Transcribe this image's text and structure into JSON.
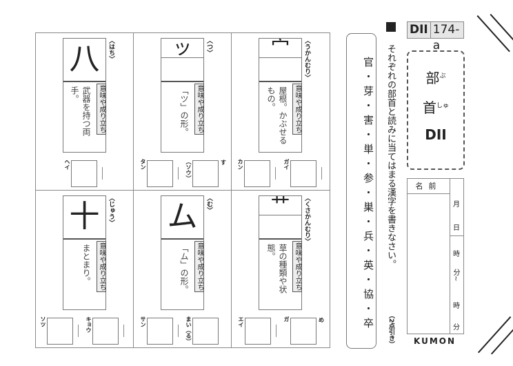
{
  "cells": [
    {
      "radical": "八",
      "name": "〈はち〉",
      "tag": "意味や成り立ち",
      "meaning": "武器を持つ両手。",
      "answers": [
        {
          "reading": "ヘイ"
        }
      ]
    },
    {
      "radical": "ッ",
      "name": "〈つ〉",
      "tag": "意味や成り立ち",
      "meaning": "「ツ」の形。",
      "answers": [
        {
          "reading": "タン"
        },
        {
          "reading": "（ソウ）",
          "suffix": "す"
        }
      ]
    },
    {
      "radical": "宀",
      "name": "〈うかんむり〉",
      "tag": "意味や成り立ち",
      "meaning": "屋根。かぶせるもの。",
      "answers": [
        {
          "reading": "カン"
        },
        {
          "reading": "ガイ"
        }
      ]
    },
    {
      "radical": "十",
      "name": "〈じゅう〉",
      "tag": "意味や成り立ち",
      "meaning": "まとまり。",
      "answers": [
        {
          "reading": "ソツ"
        },
        {
          "reading": "キョウ"
        }
      ]
    },
    {
      "radical": "ム",
      "name": "〈む〉",
      "tag": "意味や成り立ち",
      "meaning": "「ム」の形。",
      "answers": [
        {
          "reading": "サン"
        },
        {
          "reading": "まい（る）"
        }
      ]
    },
    {
      "radical": "艹",
      "name": "〈くさかんむり〉",
      "tag": "意味や成り立ち",
      "meaning": "草の種類や状態。",
      "answers": [
        {
          "reading": "エイ"
        },
        {
          "reading": "ガ",
          "suffix": "め"
        }
      ]
    }
  ],
  "word_list": "官・芽・害・単・参・巣・兵・英・協・卒",
  "instruction": "それぞれの部首と読みに当てはまる漢字を書きなさい。",
  "points": "（2点引き）",
  "code": {
    "level": "DII",
    "number": "174-a"
  },
  "title": {
    "line1": "部",
    "ruby1": "ぶ",
    "line2": "首",
    "ruby2": "しゅ",
    "level": "DII"
  },
  "name_box": {
    "label": "名前",
    "month": "月",
    "day": "日",
    "hour1": "時",
    "min1": "分~",
    "hour2": "時",
    "min2": "分"
  },
  "brand": "KUMON"
}
